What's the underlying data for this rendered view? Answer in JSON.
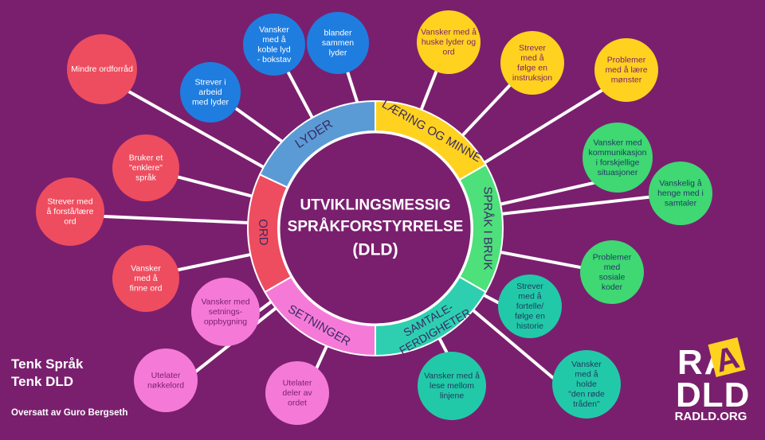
{
  "center": {
    "lines": [
      "UTVIKLINGSMESSIG",
      "SPRÅKFORSTYRRELSE",
      "(DLD)"
    ]
  },
  "segments": [
    {
      "label": [
        "LYDER"
      ],
      "color": "#5b9bd5"
    },
    {
      "label": [
        "LÆRING OG MINNE"
      ],
      "color": "#ffd21f"
    },
    {
      "label": [
        "SPRÅK I BRUK"
      ],
      "color": "#4ee07a"
    },
    {
      "label": [
        "SAMTALE-",
        "FERDIGHETER"
      ],
      "color": "#2ecfb0"
    },
    {
      "label": [
        "SETNINGER"
      ],
      "color": "#f57ad8"
    },
    {
      "label": [
        "ORD"
      ],
      "color": "#ee4d5f"
    }
  ],
  "bubbles": [
    {
      "lines": [
        "Vansker",
        "med å",
        "koble lyd",
        "- bokstav"
      ],
      "color": "#1f7de0",
      "text_color": "#ffffff"
    },
    {
      "lines": [
        "blander",
        "sammen",
        "lyder"
      ],
      "color": "#1f7de0",
      "text_color": "#ffffff"
    },
    {
      "lines": [
        "Strever i",
        "arbeid",
        "med lyder"
      ],
      "color": "#1f7de0",
      "text_color": "#ffffff"
    },
    {
      "lines": [
        "Vansker med å",
        "huske lyder og",
        "ord"
      ],
      "color": "#ffd21f",
      "text_color": "#7a1f6e"
    },
    {
      "lines": [
        "Strever",
        "med å",
        "følge en",
        "instruksjon"
      ],
      "color": "#ffd21f",
      "text_color": "#7a1f6e"
    },
    {
      "lines": [
        "Problemer",
        "med å lære",
        "mønster"
      ],
      "color": "#ffd21f",
      "text_color": "#7a1f6e"
    },
    {
      "lines": [
        "Vansker med",
        "kommunikasjon",
        "i forskjellige",
        "situasjoner"
      ],
      "color": "#3fd873",
      "text_color": "#1e3a5f"
    },
    {
      "lines": [
        "Vanskelig å",
        "henge med i",
        "samtaler"
      ],
      "color": "#3fd873",
      "text_color": "#1e3a5f"
    },
    {
      "lines": [
        "Problemer",
        "med",
        "sosiale",
        "koder"
      ],
      "color": "#3fd873",
      "text_color": "#1e3a5f"
    },
    {
      "lines": [
        "Strever",
        "med å",
        "fortelle/",
        "følge en",
        "historie"
      ],
      "color": "#22c9a8",
      "text_color": "#1e3a5f"
    },
    {
      "lines": [
        "Vansker med å",
        "lese mellom",
        "linjene"
      ],
      "color": "#22c9a8",
      "text_color": "#1e3a5f"
    },
    {
      "lines": [
        "Vansker",
        "med å",
        "holde",
        "\"den røde",
        "tråden\""
      ],
      "color": "#22c9a8",
      "text_color": "#1e3a5f"
    },
    {
      "lines": [
        "Vansker med",
        "setnings-",
        "oppbygning"
      ],
      "color": "#f57ad8",
      "text_color": "#7a1f6e"
    },
    {
      "lines": [
        "Utelater",
        "nøkkelord"
      ],
      "color": "#f57ad8",
      "text_color": "#7a1f6e"
    },
    {
      "lines": [
        "Utelater",
        "deler av",
        "ordet"
      ],
      "color": "#f57ad8",
      "text_color": "#7a1f6e"
    },
    {
      "lines": [
        "Mindre ordforråd"
      ],
      "color": "#ee4d5f",
      "text_color": "#ffffff"
    },
    {
      "lines": [
        "Bruker et",
        "\"enklere\"",
        "språk"
      ],
      "color": "#ee4d5f",
      "text_color": "#ffffff"
    },
    {
      "lines": [
        "Strever  med",
        "å forstå/lære",
        "ord"
      ],
      "color": "#ee4d5f",
      "text_color": "#ffffff"
    },
    {
      "lines": [
        "Vansker",
        "med  å",
        "finne ord"
      ],
      "color": "#ee4d5f",
      "text_color": "#ffffff"
    }
  ],
  "footer": {
    "line1": "Tenk Språk",
    "line2": "Tenk DLD",
    "credit": "Oversatt av Guro Bergseth"
  },
  "logo": {
    "letters": "RADLD",
    "url": "RADLD.ORG"
  },
  "colors": {
    "background": "#7a1f6e",
    "ring_inner": "#ffffff",
    "center_text": "#ffffff"
  }
}
